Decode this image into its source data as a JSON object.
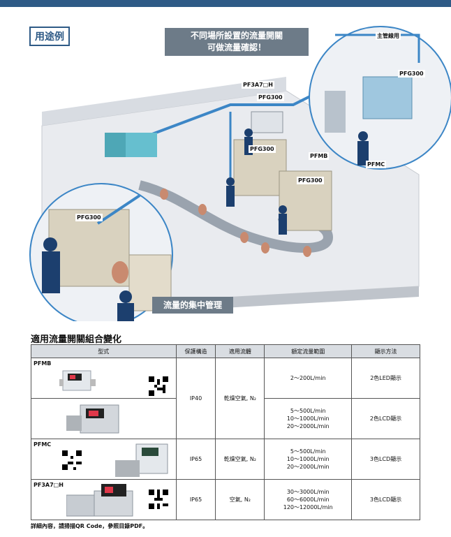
{
  "section_tag": "用途例",
  "callouts": {
    "top": [
      "不同場所設置的流量開關",
      "可做流量確認！"
    ],
    "bottom": "流量的集中管理"
  },
  "diagram_labels": {
    "main_line": "主管線用",
    "pfg300_inset": "PFG300",
    "pf3a7h": "PF3A7□H",
    "pfg300_a": "PFG300",
    "pfg300_b": "PFG300",
    "pfmb": "PFMB",
    "pfg300_c": "PFG300",
    "pfmc": "PFMC",
    "pfg300_left": "PFG300"
  },
  "table": {
    "title": "適用流量開關組合變化",
    "headers": [
      "型式",
      "保護構造",
      "適用流體",
      "額定流量範圍",
      "顯示方法"
    ],
    "rows": [
      {
        "model": "PFMB",
        "protection": "IP40",
        "fluid": "乾燥空氣, N₂",
        "range": [
          "2～200L/min"
        ],
        "display": "2色LED顯示"
      },
      {
        "model": "",
        "protection": "",
        "fluid": "",
        "range": [
          "5～500L/min",
          "10～1000L/min",
          "20～2000L/min"
        ],
        "display": "2色LCD顯示"
      },
      {
        "model": "PFMC",
        "protection": "IP65",
        "fluid": "乾燥空氣, N₂",
        "range": [
          "5～500L/min",
          "10～1000L/min",
          "20～2000L/min"
        ],
        "display": "3色LCD顯示"
      },
      {
        "model": "PF3A7□H",
        "protection": "IP65",
        "fluid": "空氣, N₂",
        "range": [
          "30～3000L/min",
          "60～6000L/min",
          "120～12000L/min"
        ],
        "display": "3色LCD顯示"
      }
    ]
  },
  "footer": "詳細內容，請掃描QR Code，參照目錄PDF。",
  "colors": {
    "brand": "#2e5a86",
    "callout": "#6d7b88",
    "header_bg": "#d9dde2"
  }
}
